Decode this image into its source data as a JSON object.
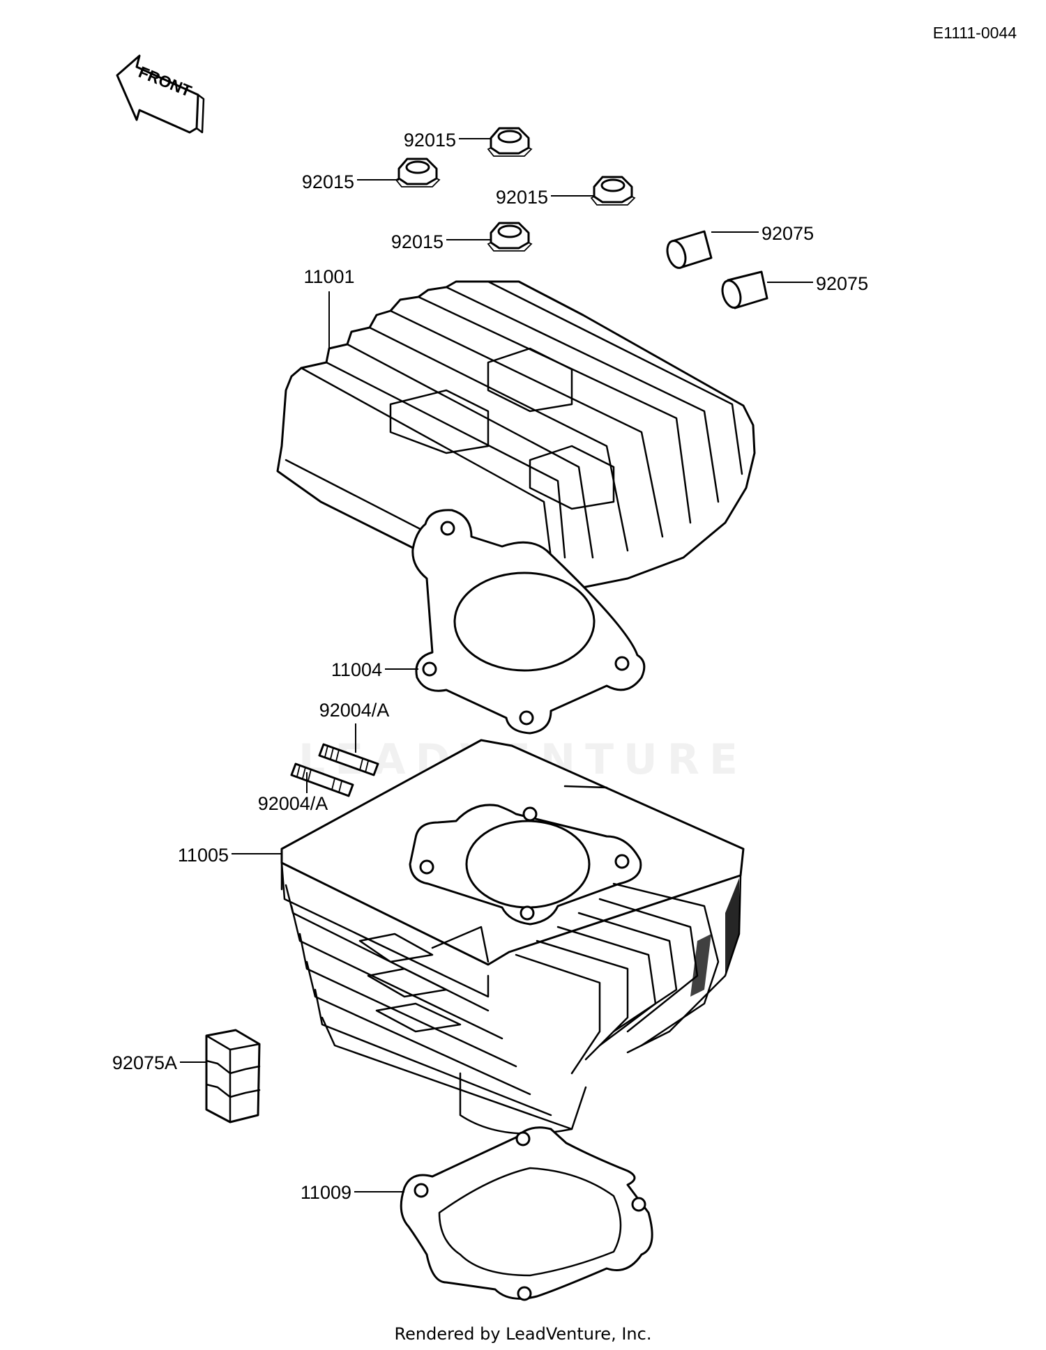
{
  "diagram_code": "E1111-0044",
  "front_label": "FRONT",
  "watermark": "LEADVENTURE",
  "footer": "Rendered by LeadVenture, Inc.",
  "callouts": {
    "nut_1": "92015",
    "nut_2": "92015",
    "nut_3": "92015",
    "nut_4": "92015",
    "dowel_1": "92075",
    "dowel_2": "92075",
    "head": "11001",
    "head_gasket": "11004",
    "stud_1": "92004/A",
    "stud_2": "92004/A",
    "cylinder": "11005",
    "damper": "92075A",
    "base_gasket": "11009"
  }
}
